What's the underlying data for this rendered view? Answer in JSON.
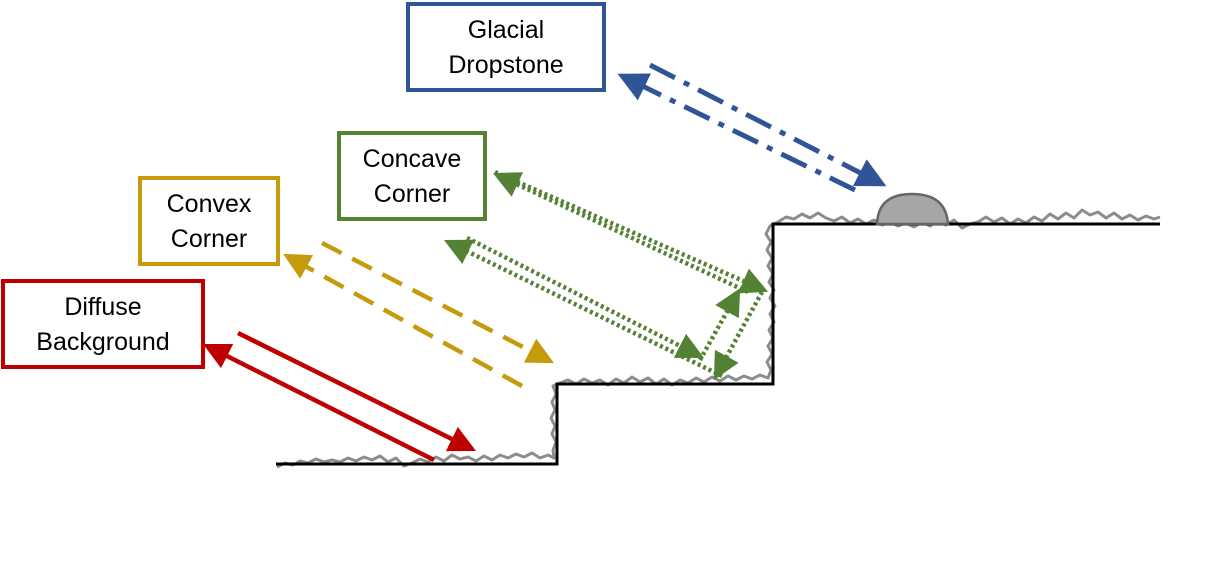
{
  "labels": {
    "glacial": [
      "Glacial",
      "Dropstone"
    ],
    "concave": [
      "Concave",
      "Corner"
    ],
    "convex": [
      "Convex",
      "Corner"
    ],
    "diffuse": [
      "Diffuse",
      "Background"
    ]
  },
  "colors": {
    "glacial": "#2f5597",
    "concave": "#548235",
    "convex": "#c59b0b",
    "diffuse": "#c00000",
    "profile": "#000000",
    "rough_surface": "#8c8c8c",
    "dropstone_fill": "#a6a6a6",
    "dropstone_edge": "#666666"
  }
}
